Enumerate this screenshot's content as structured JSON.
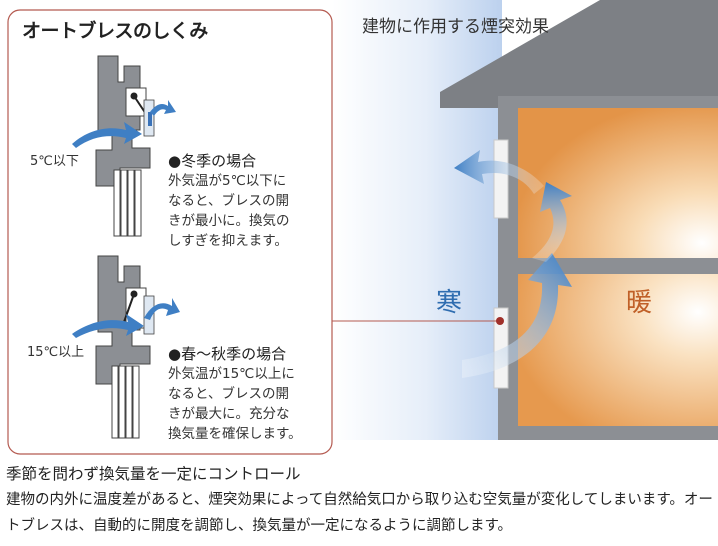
{
  "panel": {
    "title": "オートブレスのしくみ",
    "winter": {
      "temp_label": "5℃以下",
      "title": "●冬季の場合",
      "description": "外気温が5℃以下に\nなると、ブレスの開\nきが最小に。換気の\nしすぎを抑えます。"
    },
    "summer": {
      "temp_label": "15℃以上",
      "title": "●春〜秋季の場合",
      "description": "外気温が15℃以上に\nなると、ブレスの開\nきが最大に。充分な\n換気量を確保します。"
    }
  },
  "building": {
    "title": "建物に作用する煙突効果",
    "cold_label": "寒",
    "warm_label": "暖"
  },
  "footer": {
    "heading": "季節を問わず換気量を一定にコントロール",
    "body": "建物の内外に温度差があると、煙突効果によって自然給気口から取り込む空気量が変化してしまいます。オートブレスは、自動的に開度を調節し、換気量が一定になるように調節します。"
  },
  "colors": {
    "panel_border": "#b45a50",
    "wall_gray": "#8c8f94",
    "roof_gray": "#7d8085",
    "warm_orange": "#e49a50",
    "cold_blue": "#3a72b8",
    "arrow_blue": "#4a86c8"
  }
}
